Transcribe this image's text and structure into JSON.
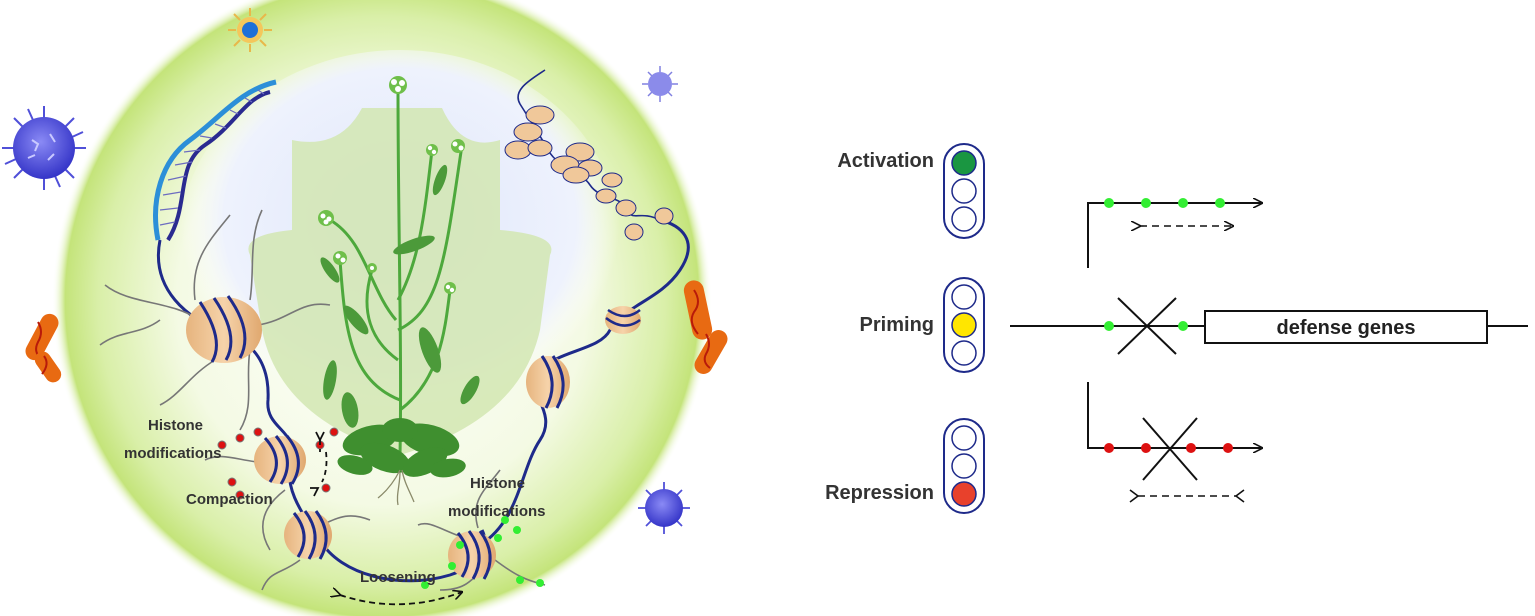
{
  "left_panel": {
    "labels": {
      "histone_mod_left_1": "Histone",
      "histone_mod_left_2": "modifications",
      "compaction": "Compaction",
      "histone_mod_right_1": "Histone",
      "histone_mod_right_2": "modifications",
      "loosening": "Loosening"
    }
  },
  "right_panel": {
    "states": [
      {
        "label": "Activation",
        "lit_light": "top",
        "color": "#1a9641"
      },
      {
        "label": "Priming",
        "lit_light": "middle",
        "color": "#ffe600"
      },
      {
        "label": "Repression",
        "lit_light": "bottom",
        "color": "#e8412c"
      }
    ],
    "gene_box_label": "defense genes",
    "mark_colors": {
      "active": "#33ee33",
      "repressive": "#dd1111"
    }
  }
}
